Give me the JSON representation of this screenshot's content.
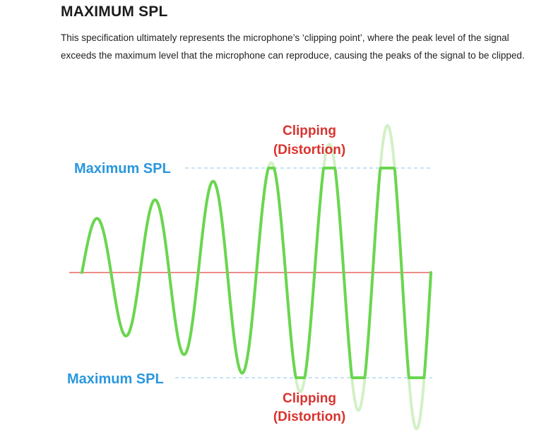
{
  "article": {
    "heading": "MAXIMUM SPL",
    "paragraph": "This specification ultimately represents the microphone’s ‘clipping point’, where the peak level of the signal exceeds the maximum level that the microphone can reproduce, causing the peaks of the signal to be clipped."
  },
  "diagram": {
    "labels": {
      "max_spl_top": "Maximum SPL",
      "max_spl_bottom": "Maximum SPL",
      "clip_top_line1": "Clipping",
      "clip_top_line2": "(Distortion)",
      "clip_bottom_line1": "Clipping",
      "clip_bottom_line2": "(Distortion)"
    },
    "colors": {
      "signal": "#6ad64f",
      "signal_unclipped": "#d2f1c6",
      "baseline": "#e0473d",
      "threshold": "#8ec7ec",
      "label_blue": "#2a97de",
      "label_red": "#d9332e",
      "heading": "#1c1c1c",
      "text": "#1f1f1f"
    }
  }
}
